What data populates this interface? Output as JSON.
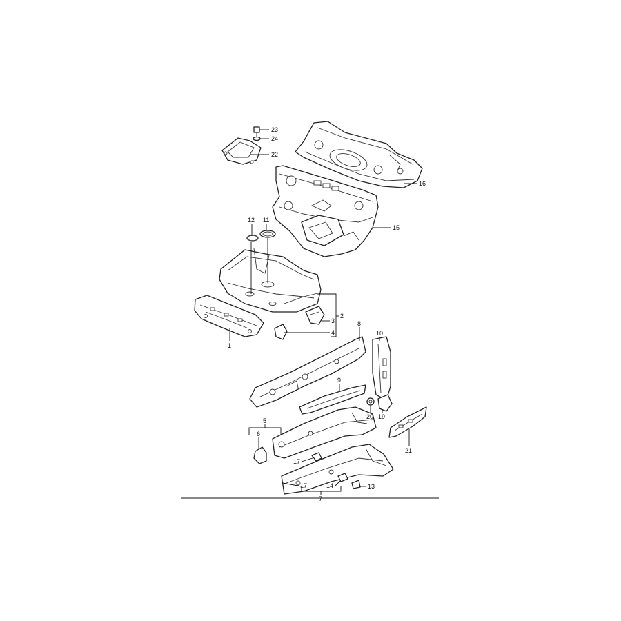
{
  "callouts": {
    "c1": "1",
    "c2": "2",
    "c3": "3",
    "c4": "4",
    "c5": "5",
    "c6": "6",
    "c7": "7",
    "c8": "8",
    "c9": "9",
    "c10": "10",
    "c11": "11",
    "c12": "12",
    "c13": "13",
    "c14": "14",
    "c15": "15",
    "c16": "16",
    "c17a": "17",
    "c17b": "17",
    "c19": "19",
    "c20": "20",
    "c21": "21",
    "c22": "22",
    "c23": "23",
    "c24": "24"
  }
}
